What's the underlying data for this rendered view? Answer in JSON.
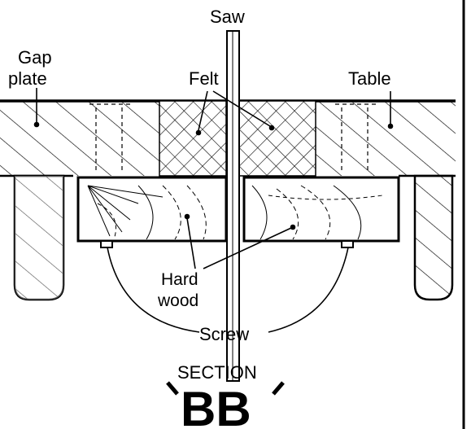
{
  "labels": {
    "saw": "Saw",
    "gap_plate_line1": "Gap",
    "gap_plate_line2": "plate",
    "felt": "Felt",
    "table": "Table",
    "hardwood_line1": "Hard",
    "hardwood_line2": "wood",
    "screw": "Screw",
    "section": "SECTION",
    "section_id": "BB"
  },
  "colors": {
    "ink": "#000000",
    "paper": "#ffffff"
  }
}
